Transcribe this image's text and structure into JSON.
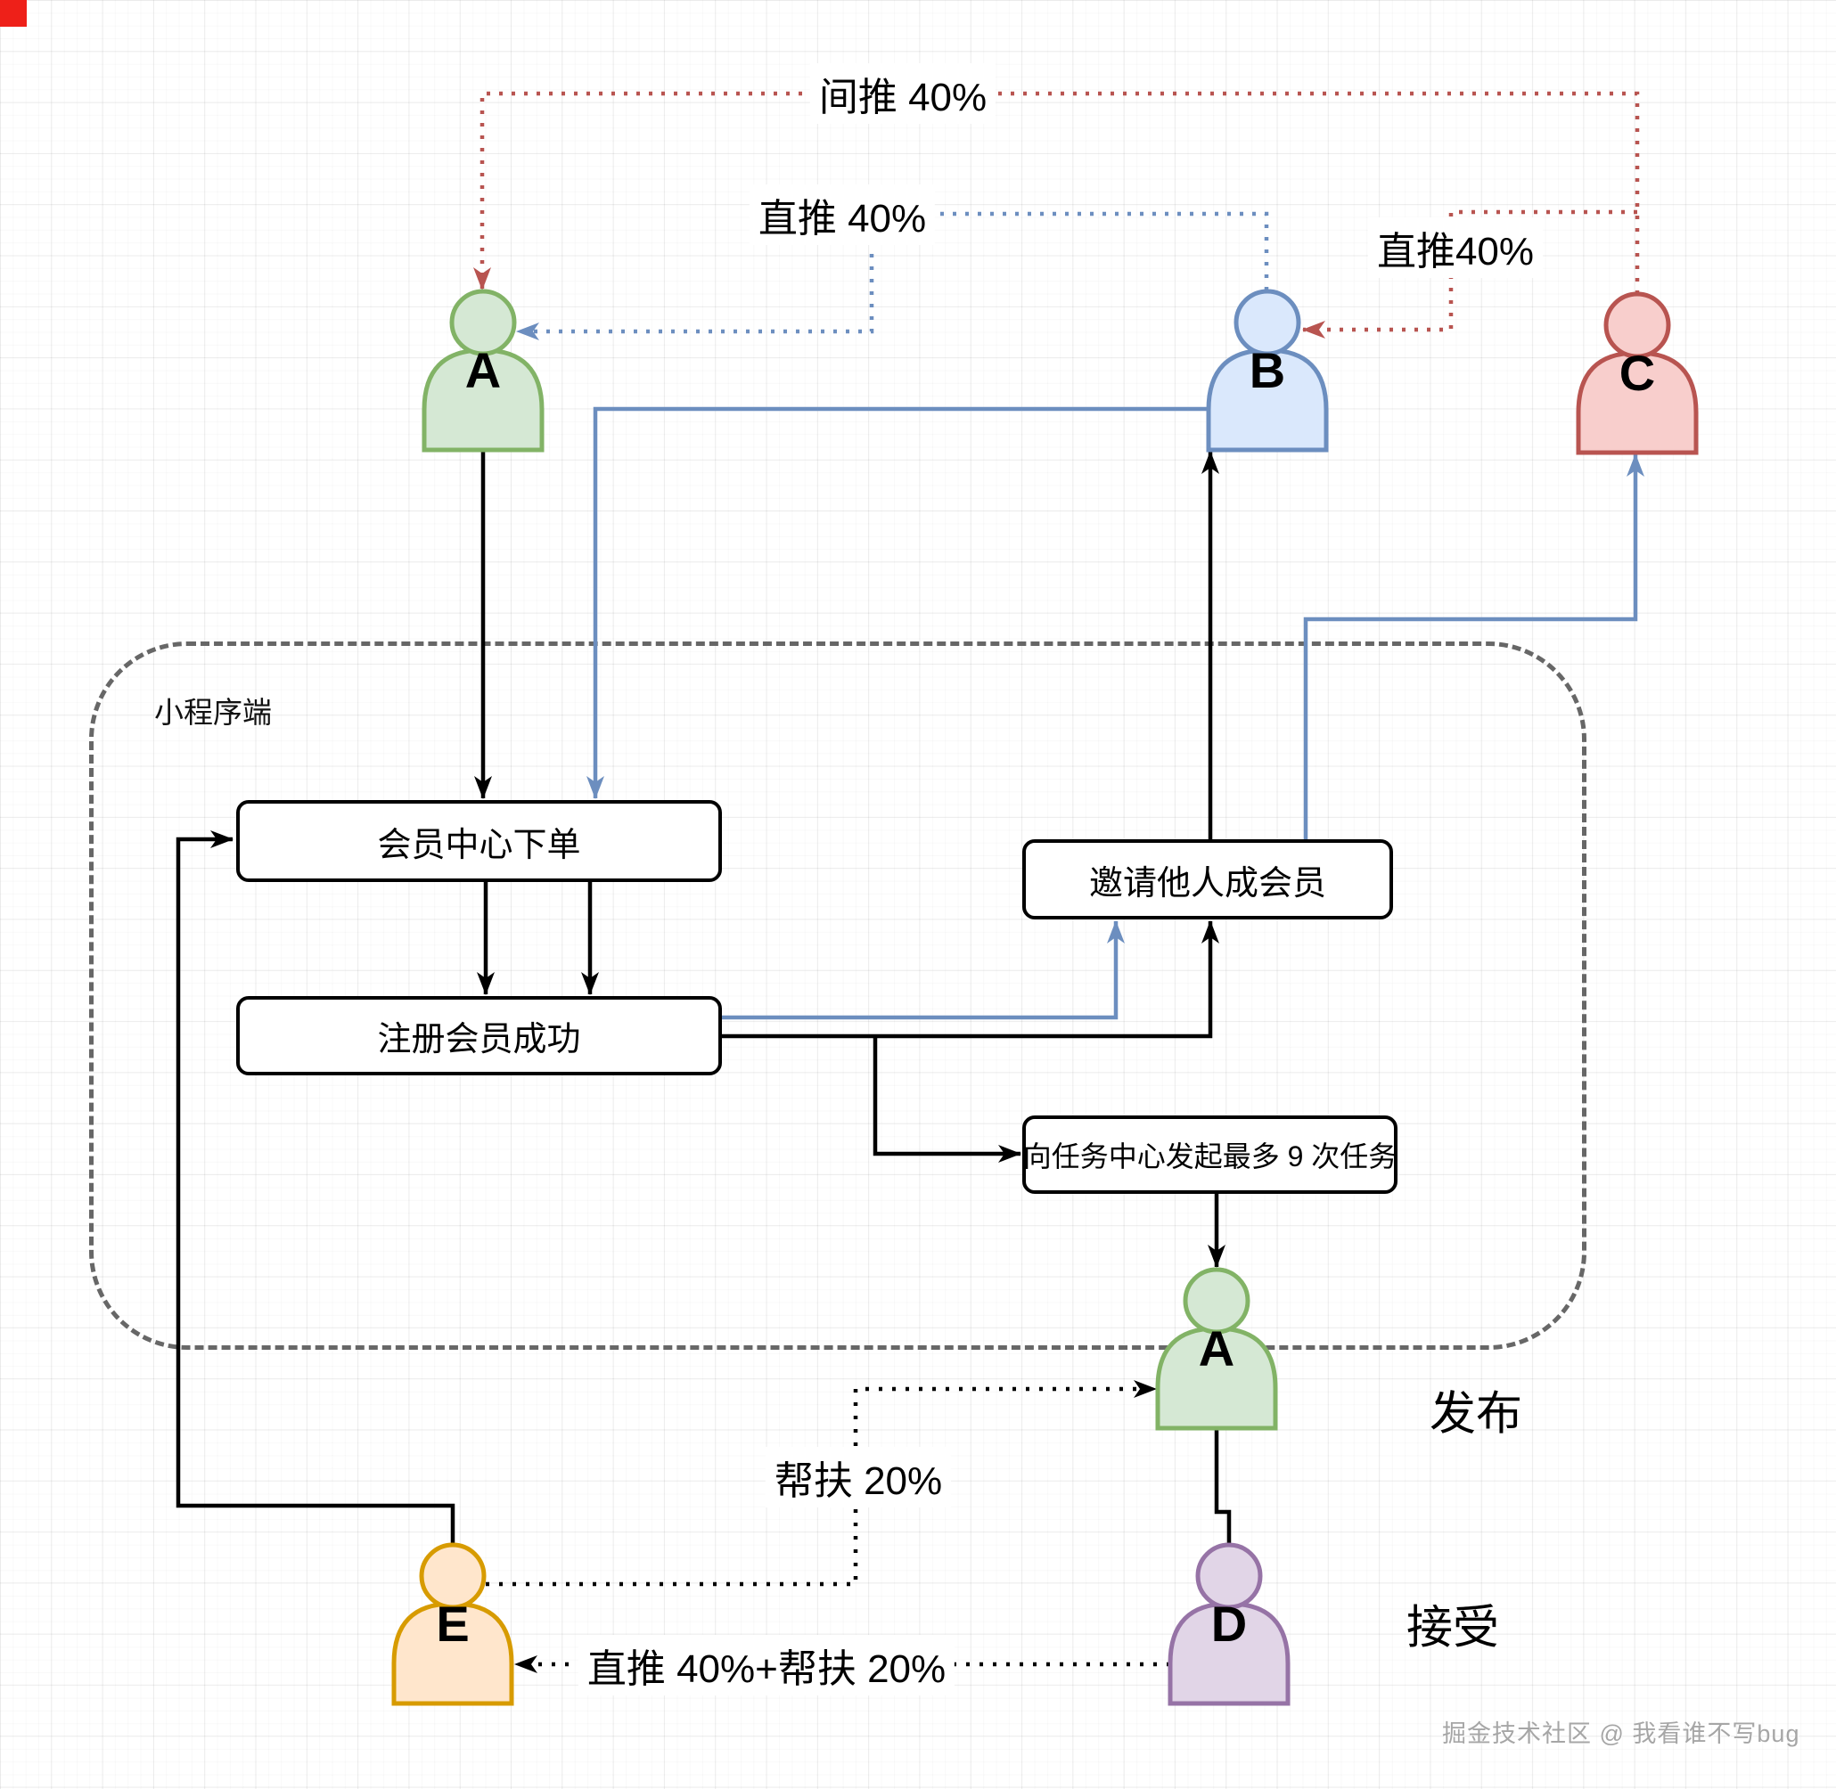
{
  "container": {
    "label": "小程序端"
  },
  "boxes": [
    {
      "id": "member-center-order",
      "label": "会员中心下单"
    },
    {
      "id": "register-member-success",
      "label": "注册会员成功"
    },
    {
      "id": "invite-others-member",
      "label": "邀请他人成会员"
    },
    {
      "id": "task-center-max-9",
      "label": "向任务中心发起最多 9 次任务"
    }
  ],
  "persons": [
    {
      "id": "person-a-top",
      "letter": "A",
      "color_fill": "#d5e8d4",
      "color_stroke": "#82b366"
    },
    {
      "id": "person-b",
      "letter": "B",
      "color_fill": "#dae8fc",
      "color_stroke": "#6c8ebf"
    },
    {
      "id": "person-c",
      "letter": "C",
      "color_fill": "#f8cecc",
      "color_stroke": "#b85450"
    },
    {
      "id": "person-a-bottom",
      "letter": "A",
      "color_fill": "#d5e8d4",
      "color_stroke": "#82b366"
    },
    {
      "id": "person-e",
      "letter": "E",
      "color_fill": "#ffe6cc",
      "color_stroke": "#d79b00"
    },
    {
      "id": "person-d",
      "letter": "D",
      "color_fill": "#e1d5e7",
      "color_stroke": "#9673a6"
    }
  ],
  "labels": {
    "indirect_top": "间推 40%",
    "direct_b_to_a": "直推 40%",
    "direct_c_to_b": "直推40%",
    "support": "帮扶 20%",
    "direct_plus_support": "直推 40%+帮扶 20%",
    "publish": "发布",
    "accept": "接受"
  },
  "watermark": {
    "text": "掘金技术社区 @ 我看谁不写bug"
  },
  "colors": {
    "black_edge": "#000000",
    "blue_edge": "#6c8ebf",
    "red_edge": "#b85450",
    "container_dash": "#676767",
    "corner_marker": "#ee2019",
    "watermark_text": "#a6a6a6"
  }
}
